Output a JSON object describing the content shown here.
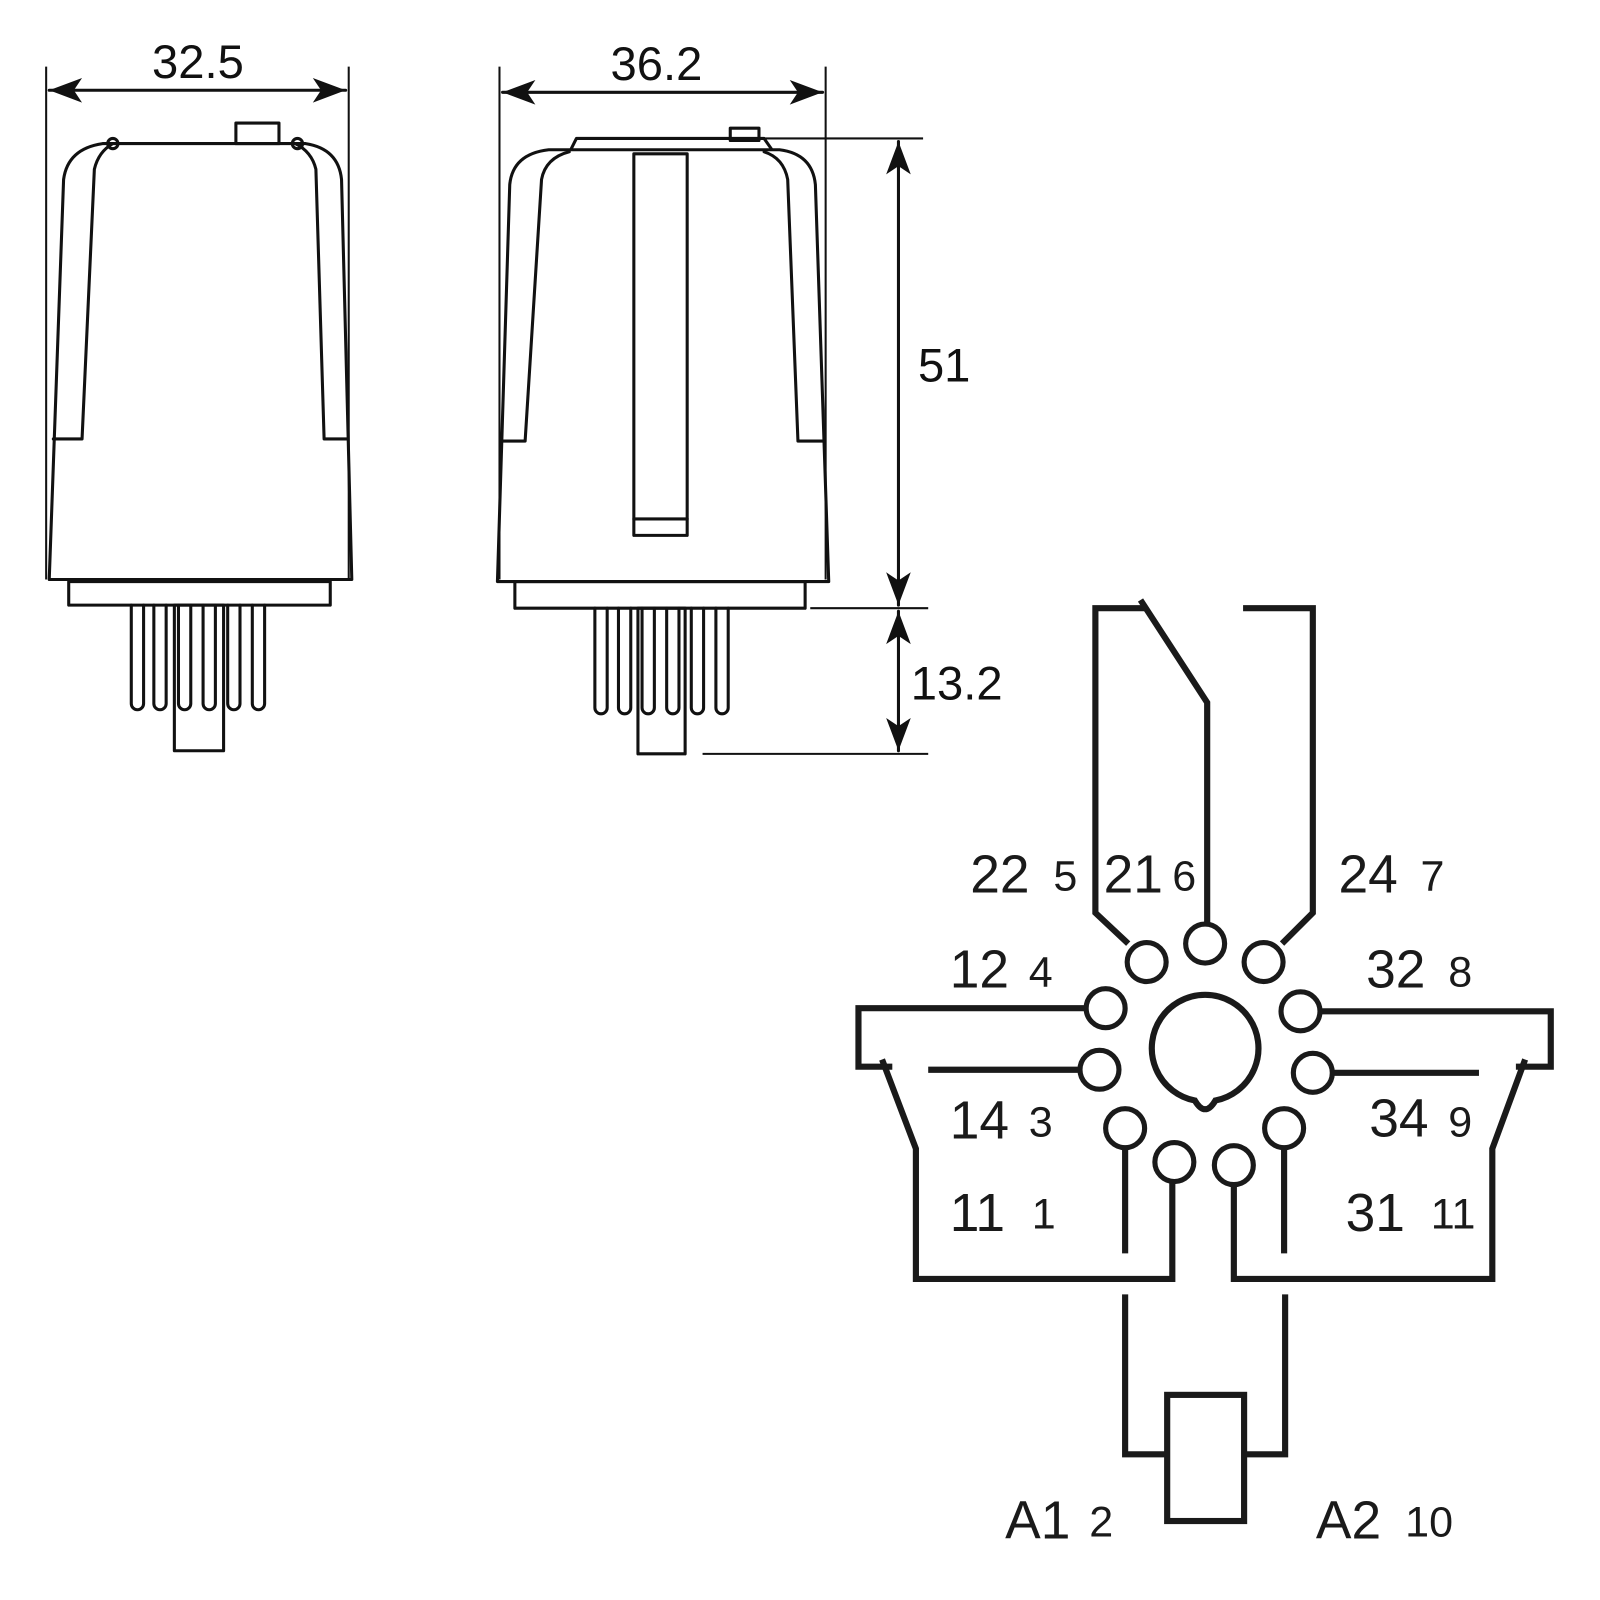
{
  "dimensions": {
    "front_width": "32.5",
    "side_width": "36.2",
    "body_height": "51",
    "pin_length": "13.2"
  },
  "schematic": {
    "labels": [
      {
        "terminal": "22",
        "pin": "5"
      },
      {
        "terminal": "21",
        "pin": "6"
      },
      {
        "terminal": "24",
        "pin": "7"
      },
      {
        "terminal": "12",
        "pin": "4"
      },
      {
        "terminal": "32",
        "pin": "8"
      },
      {
        "terminal": "14",
        "pin": "3"
      },
      {
        "terminal": "34",
        "pin": "9"
      },
      {
        "terminal": "11",
        "pin": "1"
      },
      {
        "terminal": "31",
        "pin": "11"
      },
      {
        "terminal": "A1",
        "pin": "2"
      },
      {
        "terminal": "A2",
        "pin": "10"
      }
    ]
  }
}
